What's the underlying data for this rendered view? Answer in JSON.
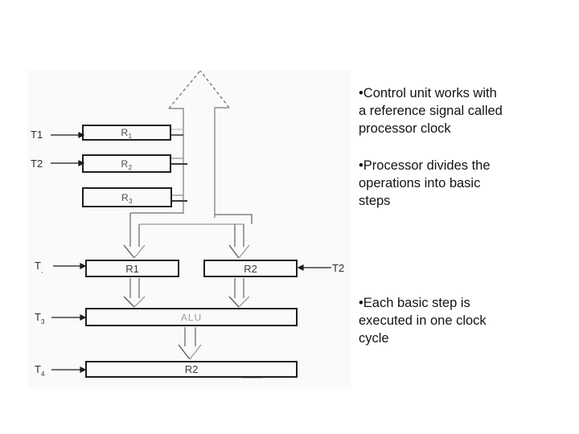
{
  "slide": {
    "bullets": [
      {
        "text": "•Control unit works with\na reference signal called\nprocessor clock"
      },
      {
        "text": "•Processor divides the\noperations into basic\nsteps"
      },
      {
        "text": "•Each basic step is\nexecuted in one clock\ncycle"
      }
    ],
    "diagram": {
      "boxes": {
        "reg1_top": {
          "base": "R",
          "sub": "1"
        },
        "reg2_top": {
          "base": "R",
          "sub": "2"
        },
        "reg3_top": {
          "base": "R",
          "sub": "3"
        },
        "reg1_mid": {
          "base": "R1",
          "sub": ""
        },
        "reg2_mid": {
          "base": "R2",
          "sub": ""
        },
        "alu": {
          "base": "ALU",
          "sub": ""
        },
        "reg2_bot": {
          "base": "R2",
          "sub": ""
        }
      },
      "signals": {
        "t1": {
          "base": "T1",
          "sub": ""
        },
        "t2": {
          "base": "T2",
          "sub": ""
        },
        "t_mid": {
          "base": "T",
          "sub": ","
        },
        "t2_right": {
          "base": "T2",
          "sub": ""
        },
        "t3": {
          "base": "T",
          "sub": "3"
        },
        "t4": {
          "base": "T",
          "sub": "4"
        }
      }
    },
    "colors": {
      "background": "#ffffff",
      "diagram_line": "#777777",
      "box_border": "#1f1f1f",
      "text": "#141414",
      "alu_label": "#9b9b9b"
    }
  }
}
